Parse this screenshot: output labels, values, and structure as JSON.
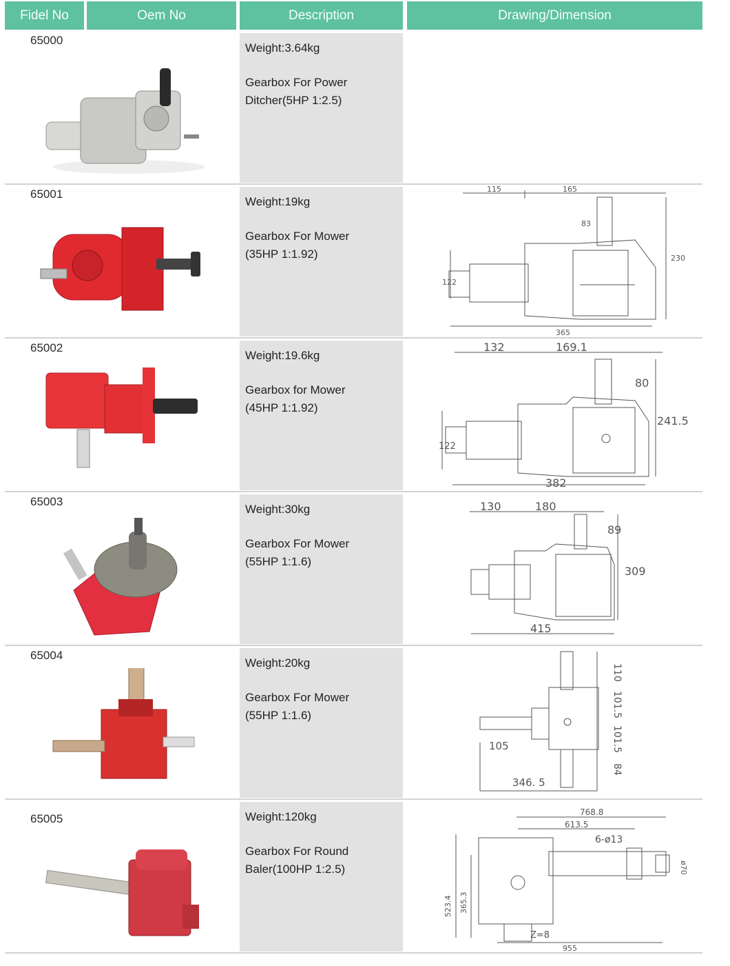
{
  "table": {
    "headers": [
      "Fidel No",
      "Oem No",
      "Description",
      "Drawing/Dimension"
    ],
    "rows": [
      {
        "fidel": "65000",
        "weight": "Weight:3.64kg",
        "desc1": "Gearbox For Power",
        "desc2": "Ditcher(5HP 1:2.5)",
        "photo_color": "#c9c9c6",
        "dims": []
      },
      {
        "fidel": "65001",
        "weight": "Weight:19kg",
        "desc1": "Gearbox For Mower",
        "desc2": "(35HP 1:1.92)",
        "photo_color": "#e02a30",
        "dims": [
          "115",
          "165",
          "83",
          "230",
          "122",
          "365"
        ]
      },
      {
        "fidel": "65002",
        "weight": "Weight:19.6kg",
        "desc1": "Gearbox for Mower",
        "desc2": "(45HP 1:1.92)",
        "photo_color": "#e8353a",
        "dims": [
          "132",
          "169.1",
          "80",
          "241.5",
          "122",
          "382"
        ]
      },
      {
        "fidel": "65003",
        "weight": "Weight:30kg",
        "desc1": "Gearbox For Mower",
        "desc2": "(55HP 1:1.6)",
        "photo_color": "#e33040",
        "dims": [
          "130",
          "180",
          "89",
          "309",
          "415"
        ]
      },
      {
        "fidel": "65004",
        "weight": "Weight:20kg",
        "desc1": "Gearbox For Mower",
        "desc2": "(55HP 1:1.6)",
        "photo_color": "#d93030",
        "dims": [
          "110",
          "101.5",
          "101.5",
          "84",
          "105",
          "346. 5"
        ]
      },
      {
        "fidel": "65005",
        "weight": "Weight:120kg",
        "desc1": "Gearbox For Round",
        "desc2": "Baler(100HP 1:2.5)",
        "photo_color": "#cf3a45",
        "dims": [
          "768.8",
          "613.5",
          "6-ø13",
          "523.4",
          "365.3",
          "Z=8",
          "ø70",
          "955"
        ]
      }
    ]
  }
}
